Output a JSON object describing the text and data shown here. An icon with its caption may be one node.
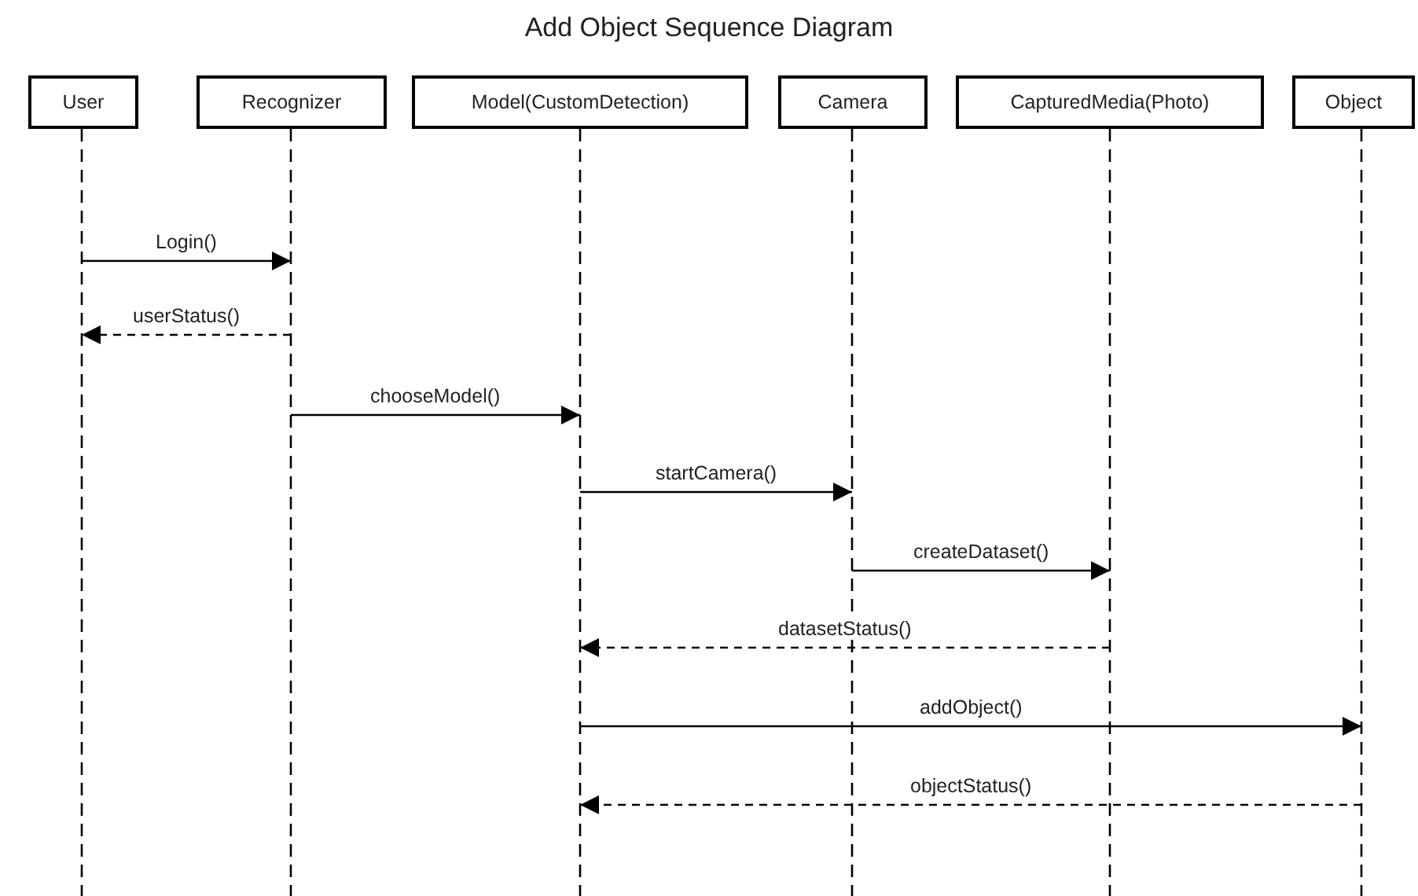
{
  "diagram": {
    "title": "Add Object Sequence Diagram",
    "nodes": [
      {
        "text": [
          "User"
        ]
      },
      {
        "text": [
          "Recognizer"
        ]
      },
      {
        "text": [
          "Model(CustomDetection)"
        ]
      },
      {
        "text": [
          "Camera"
        ]
      },
      {
        "text": [
          "CapturedMedia(Photo)"
        ]
      },
      {
        "text": [
          "Object"
        ]
      }
    ],
    "edges": [
      {
        "from": 0,
        "to": 1,
        "arrow": "to",
        "label": "Login()"
      },
      {
        "from": 1,
        "to": 0,
        "arrow": "to",
        "label": "userStatus()",
        "style": "dashed"
      },
      {
        "from": 1,
        "to": 2,
        "arrow": "to",
        "label": "chooseModel()"
      },
      {
        "from": 2,
        "to": 3,
        "arrow": "to",
        "label": "startCamera()"
      },
      {
        "from": 3,
        "to": 4,
        "arrow": "to",
        "label": "createDataset()"
      },
      {
        "from": 4,
        "to": 2,
        "arrow": "to",
        "label": "datasetStatus()",
        "style": "dashed"
      },
      {
        "from": 2,
        "to": 5,
        "arrow": "to",
        "label": "addObject()"
      },
      {
        "from": 5,
        "to": 2,
        "arrow": "to",
        "label": "objectStatus()",
        "style": "dashed"
      }
    ]
  }
}
